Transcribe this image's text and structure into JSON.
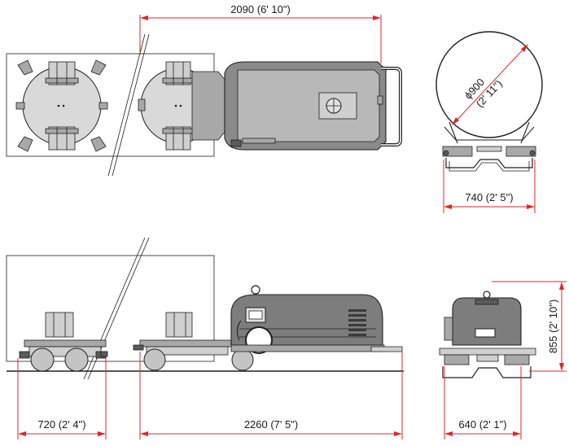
{
  "dimensions": {
    "top_length": "2090 (6' 10\")",
    "diameter_value": "ϕ900",
    "diameter_imperial": "(2' 11\")",
    "end_width_top": "740 (2' 5\")",
    "left_length": "720 (2' 4\")",
    "main_length": "2260 (7' 5\")",
    "end_width_bottom": "640 (2' 1\")",
    "end_height": "855 (2' 10\")"
  },
  "colors": {
    "dimension_line": "#e1262d",
    "outline": "#1f1f1f",
    "body": "#7a7a7a"
  }
}
